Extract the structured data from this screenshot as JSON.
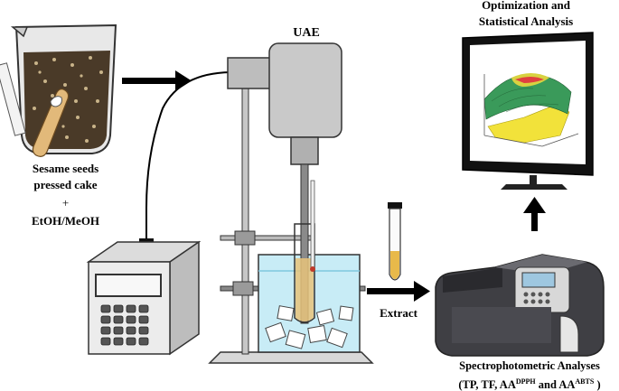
{
  "labels": {
    "optimization_line1": "Optimization and",
    "optimization_line2": "Statistical Analysis",
    "uae": "UAE",
    "seed_line1": "Sesame seeds",
    "seed_line2": "pressed cake",
    "plus": "+",
    "solvent": "EtOH/MeOH",
    "extract": "Extract",
    "spectro_line1": "Spectrophotometric Analyses",
    "spectro_line2_pre": "(TP, TF, AA",
    "sup_dpph": "DPPH",
    "spectro_line2_mid": " and AA",
    "sup_abts": "ABTS",
    "spectro_line2_post": " )"
  },
  "colors": {
    "arrow": "#000000",
    "water": "#c8ecf6",
    "extract_liquid": "#e8b94a",
    "probe": "#8a8a8a",
    "plot_surface_top": "#3a9a5a",
    "plot_surface_bottom": "#f2e23a"
  },
  "icons": {
    "beaker": "beaker-with-seeds-icon",
    "generator": "ultrasonic-generator-icon",
    "sonicator": "ultrasonic-probe-icon",
    "tube": "test-tube-icon",
    "spectrophotometer": "spectrophotometer-icon",
    "monitor": "monitor-3d-plot-icon"
  }
}
